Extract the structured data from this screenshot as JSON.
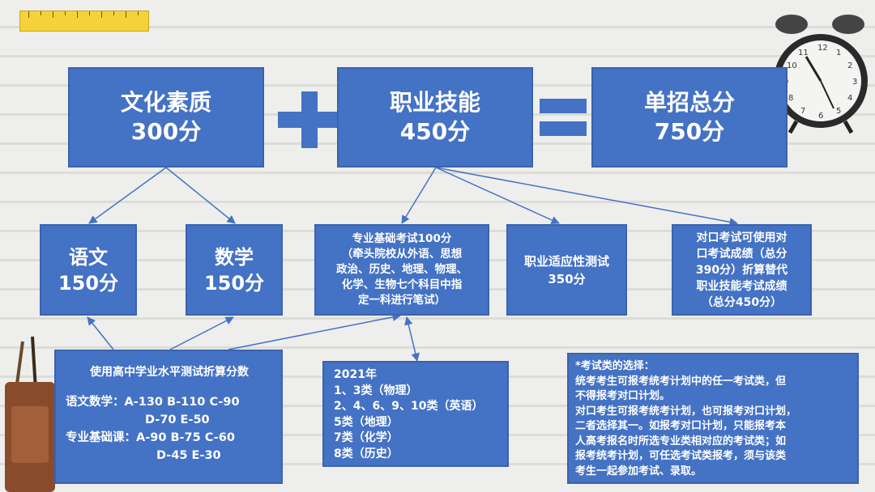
{
  "top": {
    "culture": {
      "label": "文化素质",
      "score": "300分"
    },
    "skills": {
      "label": "职业技能",
      "score": "450分"
    },
    "total": {
      "label": "单招总分",
      "score": "750分"
    }
  },
  "mid": {
    "chinese": {
      "label": "语文",
      "score": "150分"
    },
    "math": {
      "label": "数学",
      "score": "150分"
    },
    "pro_exam": {
      "lines": [
        "专业基础考试100分",
        "（牵头院校从外语、思想",
        "政治、历史、地理、物理、",
        "化学、生物七个科目中指",
        "定一科进行笔试）"
      ]
    },
    "adapt": {
      "lines": [
        "职业适应性测试",
        "350分"
      ]
    },
    "dui_kou": {
      "lines": [
        "对口考试可使用对",
        "口考试成绩（总分",
        "390分）折算替代",
        "职业技能考试成绩",
        "（总分450分）"
      ]
    }
  },
  "bottom": {
    "hs_test": {
      "title": "使用高中学业水平测试折算分数",
      "lines": [
        "语文数学：A-130  B-110 C-90",
        "D-70  E-50",
        "专业基础课：A-90  B-75 C-60",
        "D-45  E-30"
      ]
    },
    "year": {
      "lines": [
        "2021年",
        "1、3类（物理）",
        "2、4、6、9、10类（英语）",
        "5类（地理）",
        "7类（化学）",
        "8类（历史）"
      ]
    },
    "note": {
      "lines": [
        "*考试类的选择：",
        "统考考生可报考统考计划中的任一考试类，但",
        "不得报考对口计划。",
        "对口考生可报考统考计划，也可报考对口计划，",
        "二者选择其一。如报考对口计划，只能报考本",
        "人高考报名时所选专业类相对应的考试类；如",
        "报考统考计划，可任选考试类报考，须与该类",
        "考生一起参加考试、录取。"
      ]
    }
  },
  "clock": {
    "numerals": [
      "12",
      "1",
      "2",
      "3",
      "4",
      "5",
      "6",
      "7",
      "8",
      "9",
      "10",
      "11"
    ]
  },
  "colors": {
    "box": "#4472c4",
    "line": "#4472c4"
  }
}
